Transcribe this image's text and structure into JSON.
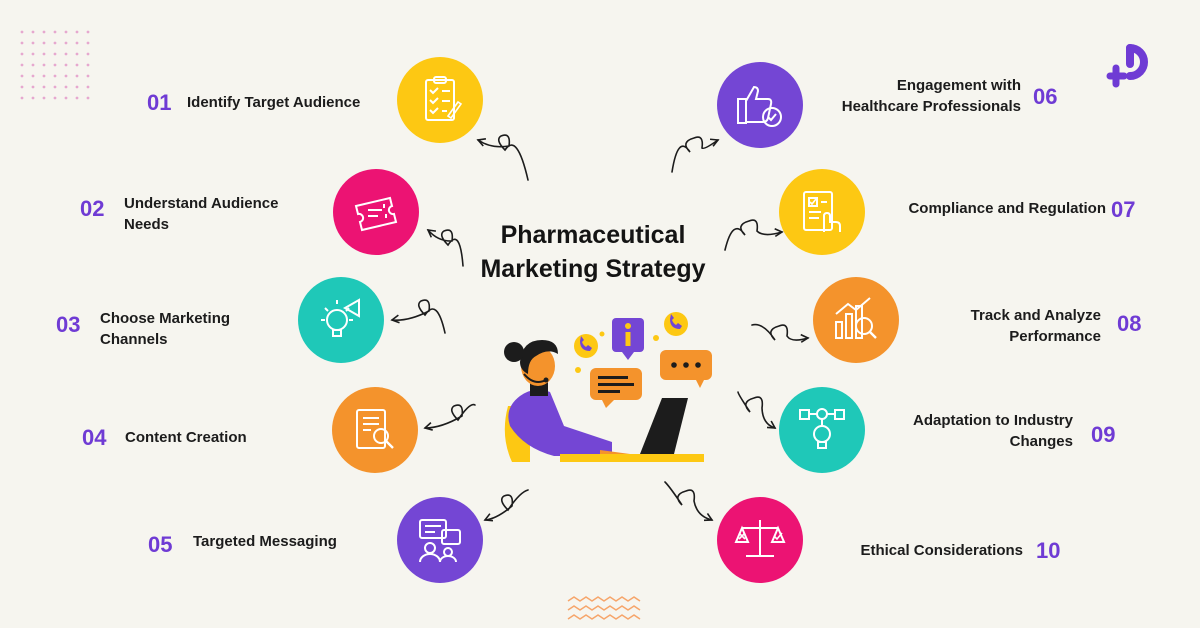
{
  "title_line1": "Pharmaceutical",
  "title_line2": "Marketing Strategy",
  "colors": {
    "accent": "#6f3bd4",
    "yellow": "#fdc813",
    "pink": "#ec1373",
    "teal": "#1fc8b8",
    "orange": "#f4932c",
    "purple": "#7446d4"
  },
  "steps": [
    {
      "number": "01",
      "lines": [
        "Identify Target Audience"
      ],
      "icon": "checklist-icon",
      "color": "#fdc813"
    },
    {
      "number": "02",
      "lines": [
        "Understand Audience",
        "Needs"
      ],
      "icon": "ticket-icon",
      "color": "#ec1373"
    },
    {
      "number": "03",
      "lines": [
        "Choose Marketing",
        "Channels"
      ],
      "icon": "lightbulb-icon",
      "color": "#1fc8b8"
    },
    {
      "number": "04",
      "lines": [
        "Content Creation"
      ],
      "icon": "document-search-icon",
      "color": "#f4932c"
    },
    {
      "number": "05",
      "lines": [
        "Targeted Messaging"
      ],
      "icon": "chat-group-icon",
      "color": "#7446d4"
    },
    {
      "number": "06",
      "lines": [
        "Engagement with",
        "Healthcare Professionals"
      ],
      "icon": "thumbs-up-icon",
      "color": "#7446d4"
    },
    {
      "number": "07",
      "lines": [
        "Compliance and Regulation"
      ],
      "icon": "compliance-document-icon",
      "color": "#fdc813"
    },
    {
      "number": "08",
      "lines": [
        "Track and Analyze",
        "Performance"
      ],
      "icon": "analytics-icon",
      "color": "#f4932c"
    },
    {
      "number": "09",
      "lines": [
        "Adaptation to Industry",
        "Changes"
      ],
      "icon": "flowchart-icon",
      "color": "#1fc8b8"
    },
    {
      "number": "10",
      "lines": [
        "Ethical Considerations"
      ],
      "icon": "scales-icon",
      "color": "#ec1373"
    }
  ]
}
